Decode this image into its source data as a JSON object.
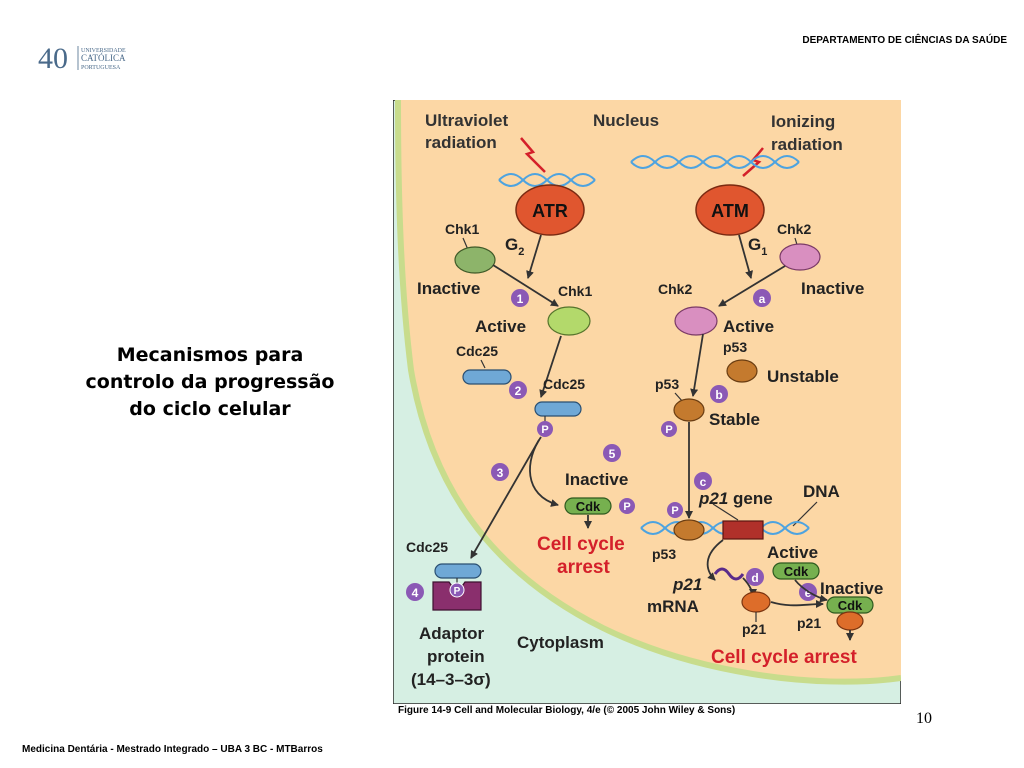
{
  "header": {
    "logo_number": "40",
    "logo_lines": [
      "UNIVERSIDADE",
      "CATÓLICA",
      "PORTUGUESA"
    ],
    "department": "DEPARTAMENTO DE CIÊNCIAS DA SAÚDE"
  },
  "slide": {
    "title_lines": [
      "Mecanismos para",
      "controlo da progressão",
      "do ciclo celular"
    ],
    "page_number": "10",
    "footer": "Medicina Dentária - Mestrado Integrado – UBA 3 BC - MTBarros"
  },
  "figure": {
    "caption": "Figure 14-9  Cell and Molecular Biology, 4/e (© 2005 John Wiley & Sons)",
    "labels": {
      "uv_1": "Ultraviolet",
      "uv_2": "radiation",
      "nucleus": "Nucleus",
      "ion_1": "Ionizing",
      "ion_2": "radiation",
      "atr": "ATR",
      "atm": "ATM",
      "chk1_top": "Chk1",
      "chk2_top": "Chk2",
      "g2": "G",
      "g2_sub": "2",
      "g1": "G",
      "g1_sub": "1",
      "inactive_left": "Inactive",
      "inactive_right": "Inactive",
      "chk1_active": "Chk1",
      "chk2_active": "Chk2",
      "active_left": "Active",
      "active_right": "Active",
      "cdc25_1": "Cdc25",
      "cdc25_2": "Cdc25",
      "p53_top": "p53",
      "unstable": "Unstable",
      "p53_mid": "p53",
      "stable": "Stable",
      "inactive_mid": "Inactive",
      "cdk_mid": "Cdk",
      "arrest_1a": "Cell cycle",
      "arrest_1b": "arrest",
      "p21_gene_a": "p21",
      "p21_gene_b": " gene",
      "dna": "DNA",
      "cdc25_3": "Cdc25",
      "p53_low": "p53",
      "active_low": "Active",
      "cdk_low1": "Cdk",
      "inactive_low": "Inactive",
      "cdk_low2": "Cdk",
      "p21_mrna_a": "p21",
      "p21_mrna_b": "mRNA",
      "p21_a": "p21",
      "p21_b": "p21",
      "adaptor_1": "Adaptor",
      "adaptor_2": "protein",
      "adaptor_3": "(14–3–3σ)",
      "cytoplasm": "Cytoplasm",
      "arrest_2": "Cell cycle arrest",
      "phos": "P"
    },
    "steps": {
      "s1": "1",
      "s2": "2",
      "s3": "3",
      "s4": "4",
      "s5": "5",
      "sa": "a",
      "sb": "b",
      "sc": "c",
      "sd": "d",
      "se": "e"
    },
    "colors": {
      "nucleus_fill": "#fcd7a5",
      "cytoplasm_fill": "#d6efe3",
      "membrane_edge": "#c8dc8c",
      "kinase_atr_atm": "#e0562f",
      "chk1_green": "#9dc96b",
      "chk2_pink": "#d98fc0",
      "p53_brown": "#c47a2e",
      "cdc25_blue": "#6fa8d6",
      "cdk_green": "#76b04f",
      "adaptor_purple": "#8a2f6d",
      "arrest_red": "#d4202a",
      "step_purple": "#8b59b5",
      "p21_orange": "#dd6d2a",
      "dna_blue": "#4da3e0"
    }
  }
}
